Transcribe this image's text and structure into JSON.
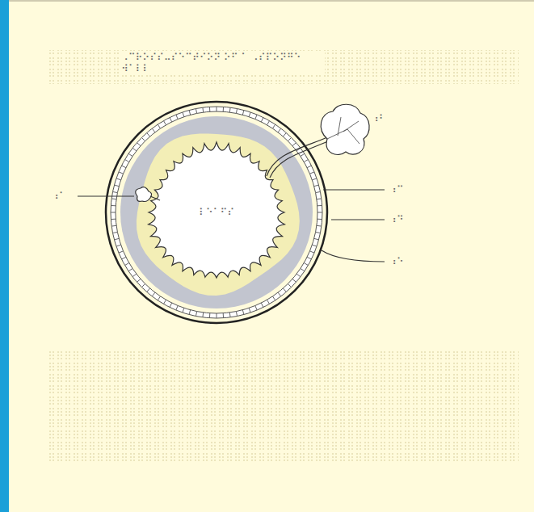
{
  "diagram": {
    "title": "⠠⠉⠗⠕⠎⠎⠤⠎⠑⠉⠞⠊⠕⠝ ⠕⠋ ⠁ ⠠⠎⠏⠕⠝⠛⠑ ⠺⠁⠇⠇",
    "labels": [
      "⠰⠁",
      "⠇⠑⠁⠋⠎",
      "⠰⠃",
      "⠰⠉",
      "⠰⠙",
      "⠰⠑"
    ]
  }
}
